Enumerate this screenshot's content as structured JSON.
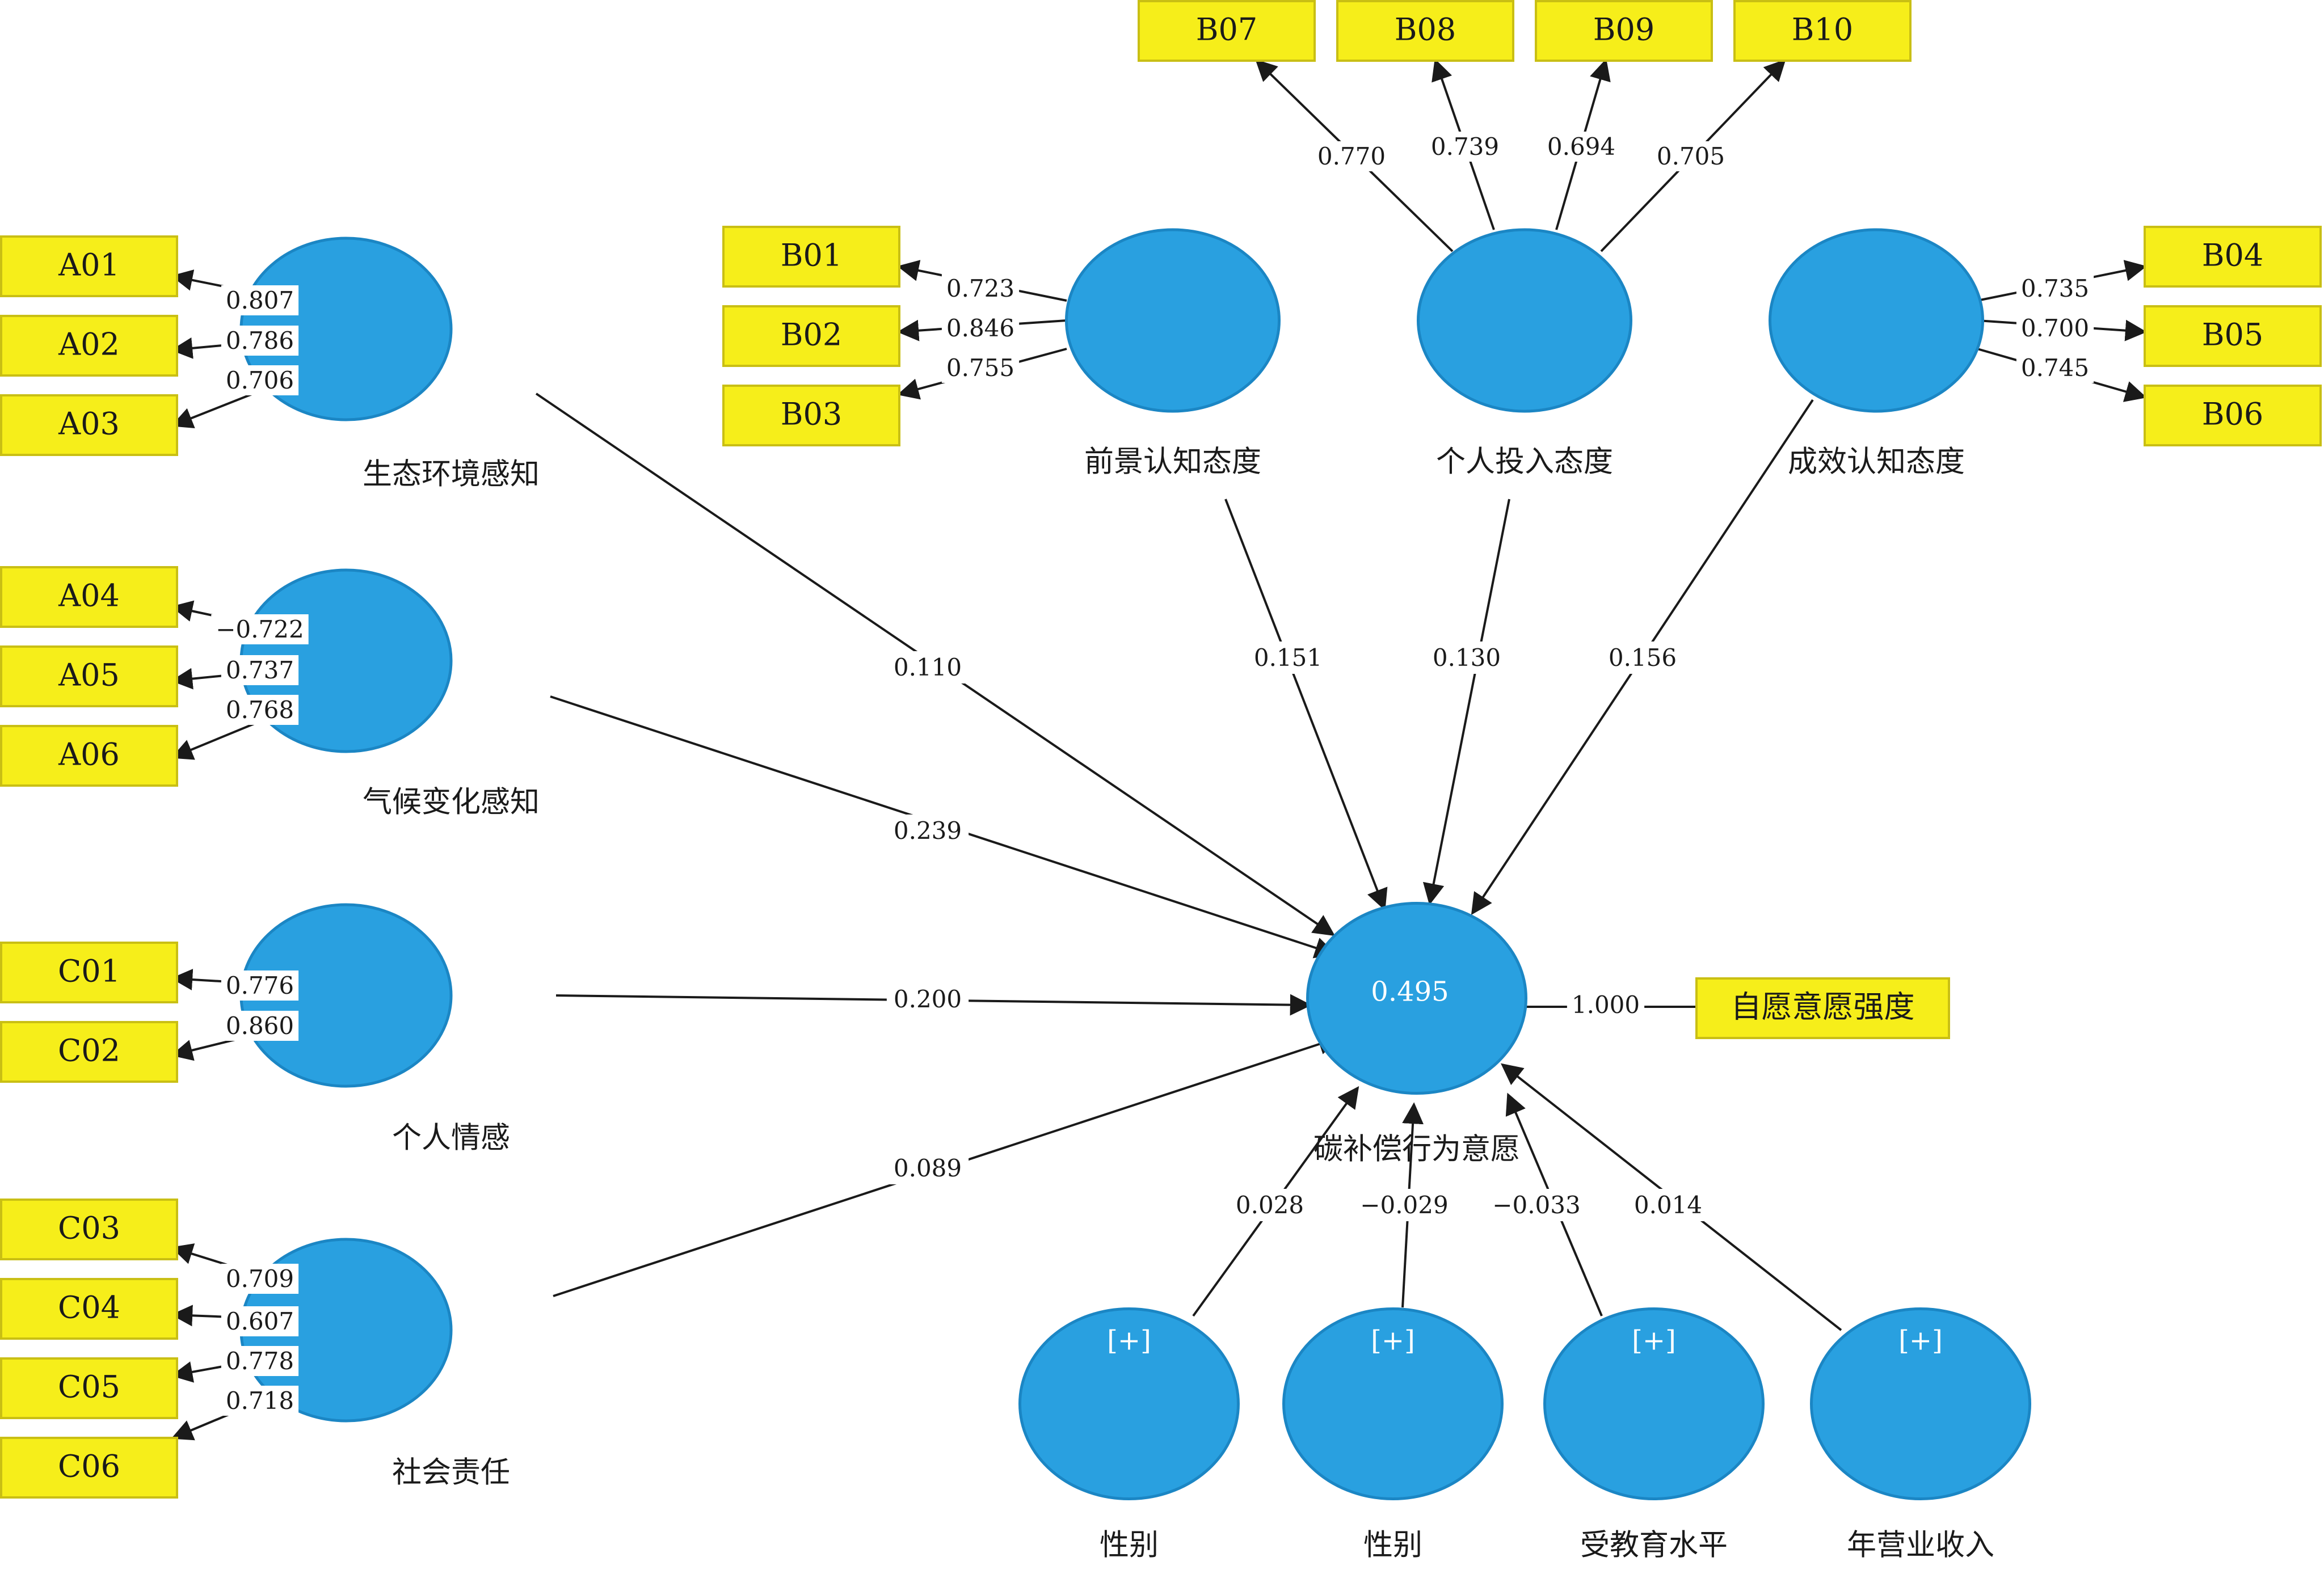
{
  "latents": [
    {
      "id": "ecology",
      "label": "生态环境感知",
      "inner": ""
    },
    {
      "id": "climate",
      "label": "气候变化感知",
      "inner": ""
    },
    {
      "id": "emotion",
      "label": "个人情感",
      "inner": ""
    },
    {
      "id": "social",
      "label": "社会责任",
      "inner": ""
    },
    {
      "id": "prospect",
      "label": "前景认知态度",
      "inner": ""
    },
    {
      "id": "invest",
      "label": "个人投入态度",
      "inner": ""
    },
    {
      "id": "effect",
      "label": "成效认知态度",
      "inner": ""
    },
    {
      "id": "target",
      "label": "碳补偿行为意愿",
      "inner": "0.495"
    },
    {
      "id": "gender1",
      "label": "性别",
      "inner": "[+]"
    },
    {
      "id": "gender2",
      "label": "性别",
      "inner": "[+]"
    },
    {
      "id": "education",
      "label": "受教育水平",
      "inner": "[+]"
    },
    {
      "id": "income",
      "label": "年营业收入",
      "inner": "[+]"
    }
  ],
  "indicators": [
    {
      "id": "A01",
      "label": "A01",
      "latent": "ecology",
      "loading": "0.807"
    },
    {
      "id": "A02",
      "label": "A02",
      "latent": "ecology",
      "loading": "0.786"
    },
    {
      "id": "A03",
      "label": "A03",
      "latent": "ecology",
      "loading": "0.706"
    },
    {
      "id": "A04",
      "label": "A04",
      "latent": "climate",
      "loading": "−0.722"
    },
    {
      "id": "A05",
      "label": "A05",
      "latent": "climate",
      "loading": "0.737"
    },
    {
      "id": "A06",
      "label": "A06",
      "latent": "climate",
      "loading": "0.768"
    },
    {
      "id": "C01",
      "label": "C01",
      "latent": "emotion",
      "loading": "0.776"
    },
    {
      "id": "C02",
      "label": "C02",
      "latent": "emotion",
      "loading": "0.860"
    },
    {
      "id": "C03",
      "label": "C03",
      "latent": "social",
      "loading": "0.709"
    },
    {
      "id": "C04",
      "label": "C04",
      "latent": "social",
      "loading": "0.607"
    },
    {
      "id": "C05",
      "label": "C05",
      "latent": "social",
      "loading": "0.778"
    },
    {
      "id": "C06",
      "label": "C06",
      "latent": "social",
      "loading": "0.718"
    },
    {
      "id": "B01",
      "label": "B01",
      "latent": "prospect",
      "loading": "0.723"
    },
    {
      "id": "B02",
      "label": "B02",
      "latent": "prospect",
      "loading": "0.846"
    },
    {
      "id": "B03",
      "label": "B03",
      "latent": "prospect",
      "loading": "0.755"
    },
    {
      "id": "B07",
      "label": "B07",
      "latent": "invest",
      "loading": "0.770"
    },
    {
      "id": "B08",
      "label": "B08",
      "latent": "invest",
      "loading": "0.739"
    },
    {
      "id": "B09",
      "label": "B09",
      "latent": "invest",
      "loading": "0.694"
    },
    {
      "id": "B10",
      "label": "B10",
      "latent": "invest",
      "loading": "0.705"
    },
    {
      "id": "B04",
      "label": "B04",
      "latent": "effect",
      "loading": "0.735"
    },
    {
      "id": "B05",
      "label": "B05",
      "latent": "effect",
      "loading": "0.700"
    },
    {
      "id": "B06",
      "label": "B06",
      "latent": "effect",
      "loading": "0.745"
    },
    {
      "id": "T01",
      "label": "自愿意愿强度",
      "latent": "target",
      "loading": "1.000"
    }
  ],
  "paths": [
    {
      "from": "ecology",
      "to": "target",
      "coef": "0.110"
    },
    {
      "from": "climate",
      "to": "target",
      "coef": "0.239"
    },
    {
      "from": "emotion",
      "to": "target",
      "coef": "0.200"
    },
    {
      "from": "social",
      "to": "target",
      "coef": "0.089"
    },
    {
      "from": "prospect",
      "to": "target",
      "coef": "0.151"
    },
    {
      "from": "invest",
      "to": "target",
      "coef": "0.130"
    },
    {
      "from": "effect",
      "to": "target",
      "coef": "0.156"
    },
    {
      "from": "gender1",
      "to": "target",
      "coef": "0.028"
    },
    {
      "from": "gender2",
      "to": "target",
      "coef": "−0.029"
    },
    {
      "from": "education",
      "to": "target",
      "coef": "−0.033"
    },
    {
      "from": "income",
      "to": "target",
      "coef": "0.014"
    }
  ],
  "colors": {
    "latent_fill": "#29a0e0",
    "latent_stroke": "#1b86c4",
    "indicator_fill": "#f6ee1a",
    "indicator_stroke": "#c9bf14",
    "line": "#1a1a1a"
  }
}
